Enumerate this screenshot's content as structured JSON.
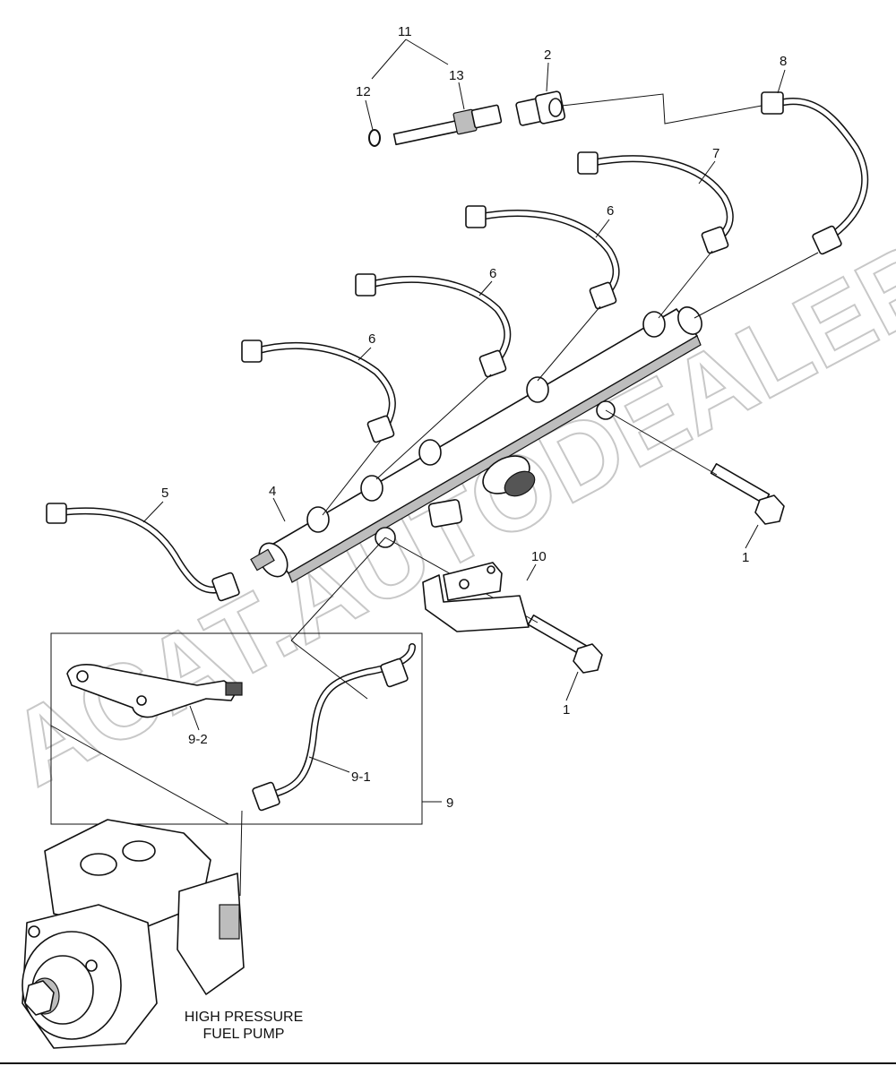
{
  "callouts": {
    "c1_upper": "1",
    "c1_lower": "1",
    "c2": "2",
    "c4": "4",
    "c5": "5",
    "c6_a": "6",
    "c6_b": "6",
    "c6_c": "6",
    "c7": "7",
    "c8": "8",
    "c9": "9",
    "c9_1": "9-1",
    "c9_2": "9-2",
    "c10": "10",
    "c11": "11",
    "c12": "12",
    "c13": "13"
  },
  "caption": {
    "line1": "HIGH PRESSURE",
    "line2": "FUEL PUMP"
  },
  "watermark": "ACAT.AUTODEALER.RU"
}
